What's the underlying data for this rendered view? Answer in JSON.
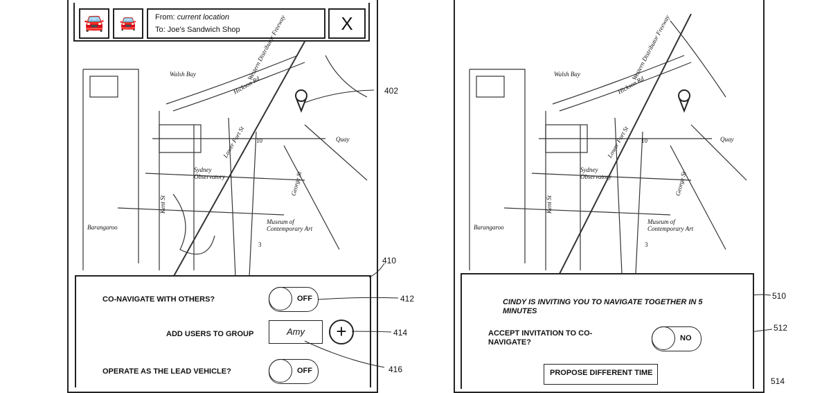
{
  "left": {
    "route": {
      "from_label": "From:",
      "from_value": "current location",
      "to": "To: Joe's Sandwich Shop"
    },
    "close_label": "X",
    "map": {
      "labels": [
        "Walsh Bay",
        "Hickson Rd",
        "Western Distributor Freeway",
        "Quay",
        "Lower Fort St",
        "Sydney Observatory",
        "Kent St",
        "Barangaroo",
        "Museum of Contemporary Art",
        "George St"
      ],
      "shields": [
        "10",
        "3"
      ]
    },
    "panel": {
      "conav_label": "CO-NAVIGATE WITH OTHERS?",
      "conav_toggle": "OFF",
      "add_users_label": "ADD USERS TO GROUP",
      "user_value": "Amy",
      "add_icon": "+",
      "lead_label": "OPERATE AS THE LEAD VEHICLE?",
      "lead_toggle": "OFF"
    },
    "refs": {
      "pin": "402",
      "panel": "410",
      "toggle": "412",
      "add": "414",
      "user": "416"
    }
  },
  "right": {
    "map": {
      "labels": [
        "Walsh Bay",
        "Hickson Rd",
        "Western Distributor Freeway",
        "Quay",
        "Lower Fort St",
        "Sydney Observatory",
        "Kent St",
        "Barangaroo",
        "Museum of Contemporary Art",
        "George St"
      ],
      "shields": [
        "10",
        "3"
      ]
    },
    "panel": {
      "invite": "CINDY IS INVITING YOU TO NAVIGATE TOGETHER IN 5 MINUTES",
      "accept_label": "ACCEPT INVITATION TO CO-NAVIGATE?",
      "accept_toggle": "NO",
      "propose_button": "PROPOSE DIFFERENT TIME"
    },
    "refs": {
      "panel": "510",
      "toggle": "512",
      "propose": "514"
    }
  }
}
